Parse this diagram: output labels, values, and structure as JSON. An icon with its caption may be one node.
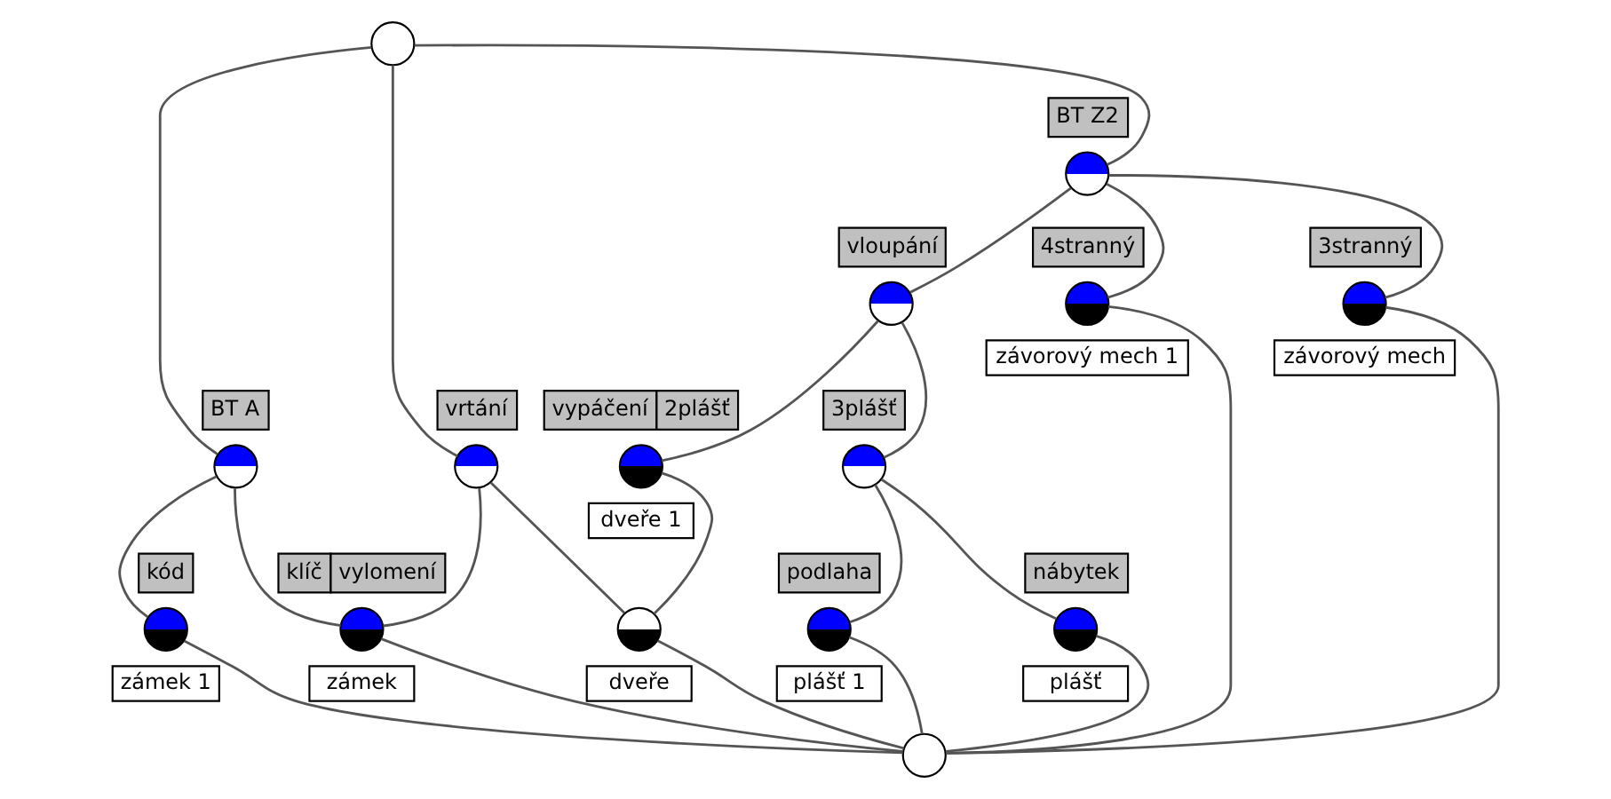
{
  "diagram": {
    "nodes": [
      {
        "text": [],
        "shape": "circle"
      },
      {
        "text": [
          "BT Z2"
        ]
      },
      {
        "text": [
          "vloupání"
        ]
      },
      {
        "text": [
          "BT A"
        ]
      },
      {
        "text": [
          "vrtání"
        ]
      },
      {
        "text": [
          "vypáčení",
          "2plášť"
        ],
        "beside": [
          "dveře 1"
        ]
      },
      {
        "text": [
          "3plášť"
        ]
      },
      {
        "text": [
          "kód"
        ],
        "beside": [
          "zámek 1"
        ]
      },
      {
        "text": [
          "klíč",
          "vylomení"
        ],
        "beside": [
          "zámek"
        ]
      },
      {
        "text": [],
        "shape": "circle",
        "beside": [
          "dveře"
        ]
      },
      {
        "text": [
          "podlaha"
        ],
        "beside": [
          "plášť 1"
        ]
      },
      {
        "text": [
          "nábytek"
        ],
        "beside": [
          "plášť"
        ]
      },
      {
        "text": [
          "4stranný"
        ],
        "beside": [
          "závorový mech 1"
        ]
      },
      {
        "text": [
          "3stranný"
        ],
        "beside": [
          "závorový mech"
        ]
      },
      {
        "text": [],
        "shape": "circle"
      }
    ],
    "edges": [
      {
        "from": 0,
        "to": 3,
        "arrow": "none"
      },
      {
        "from": 0,
        "to": 4,
        "arrow": "none"
      },
      {
        "from": 0,
        "to": 1,
        "arrow": "none"
      },
      {
        "from": 1,
        "to": 2,
        "arrow": "none"
      },
      {
        "from": 1,
        "to": 12,
        "arrow": "none"
      },
      {
        "from": 1,
        "to": 13,
        "arrow": "none"
      },
      {
        "from": 2,
        "to": 5,
        "arrow": "none"
      },
      {
        "from": 2,
        "to": 6,
        "arrow": "none"
      },
      {
        "from": 3,
        "to": 7,
        "arrow": "none"
      },
      {
        "from": 3,
        "to": 8,
        "arrow": "none"
      },
      {
        "from": 4,
        "to": 8,
        "arrow": "none"
      },
      {
        "from": 4,
        "to": 9,
        "arrow": "none"
      },
      {
        "from": 5,
        "to": 9,
        "arrow": "none"
      },
      {
        "from": 6,
        "to": 10,
        "arrow": "none"
      },
      {
        "from": 6,
        "to": 11,
        "arrow": "none"
      },
      {
        "from": 7,
        "to": 14,
        "arrow": "none"
      },
      {
        "from": 8,
        "to": 14,
        "arrow": "none"
      },
      {
        "from": 9,
        "to": 14,
        "arrow": "none"
      },
      {
        "from": 10,
        "to": 14,
        "arrow": "none"
      },
      {
        "from": 11,
        "to": 14,
        "arrow": "none"
      },
      {
        "from": 12,
        "to": 14,
        "arrow": "none"
      },
      {
        "from": 13,
        "to": 14,
        "arrow": "none"
      }
    ]
  }
}
